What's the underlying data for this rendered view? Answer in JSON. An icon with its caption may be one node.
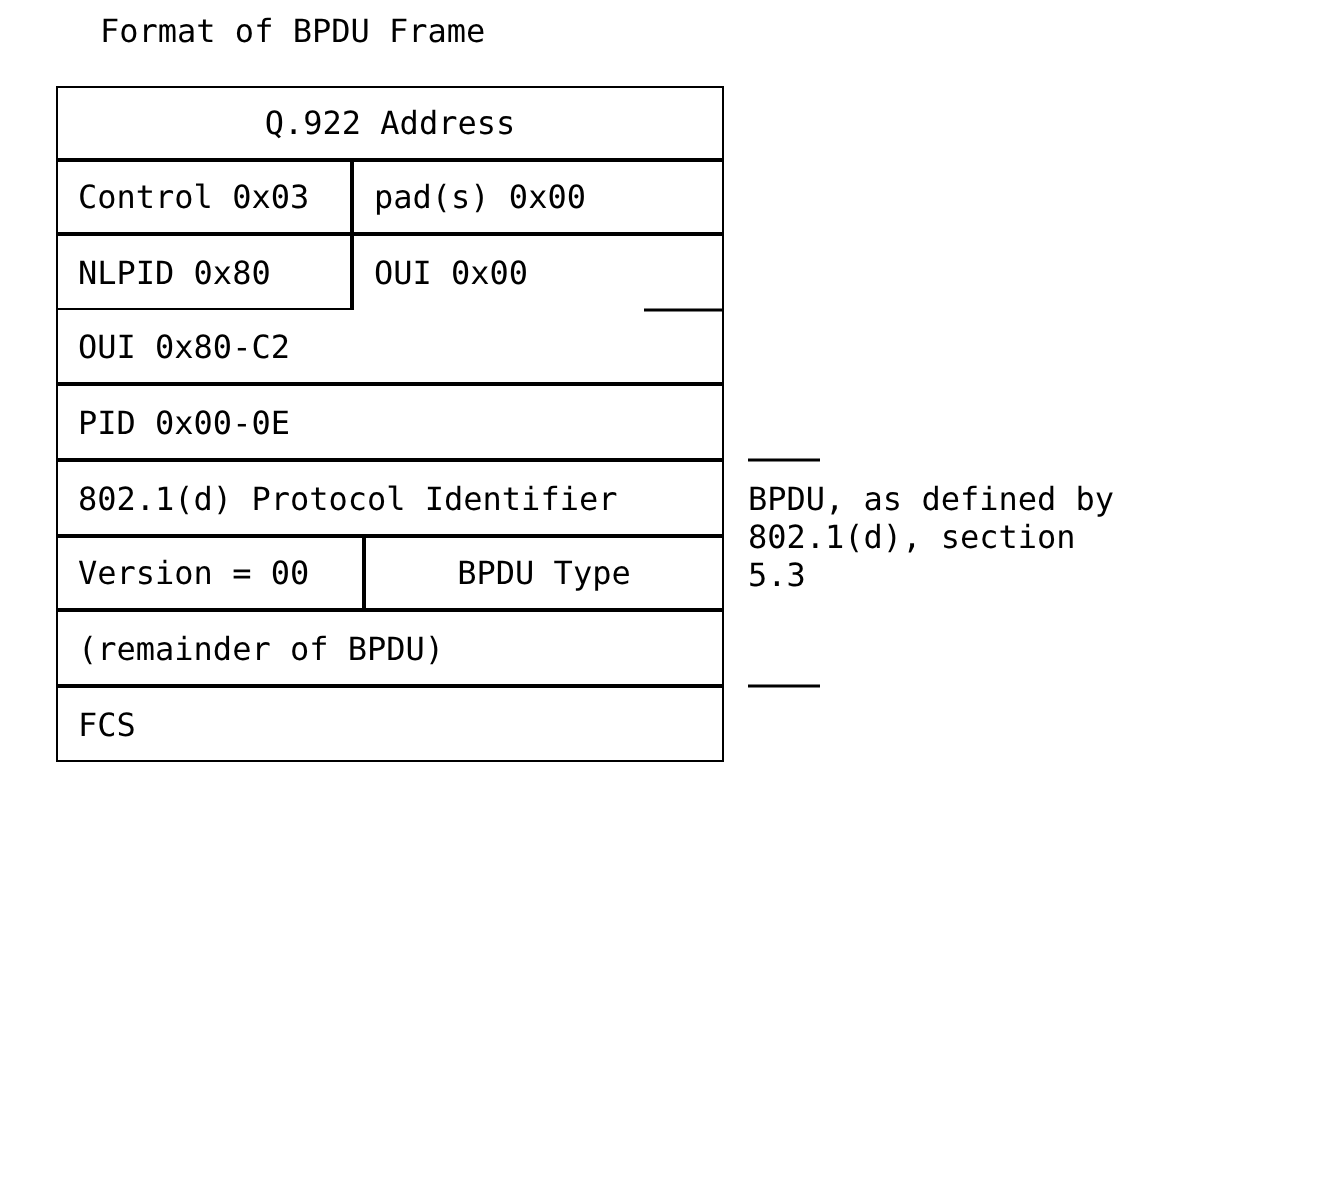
{
  "diagram": {
    "title": "Format of BPDU Frame",
    "nodes": [
      {
        "text": [
          "Q.922 Address"
        ]
      },
      {
        "text": [
          "Control 0x03"
        ]
      },
      {
        "text": [
          "pad(s) 0x00"
        ]
      },
      {
        "text": [
          "NLPID 0x80"
        ]
      },
      {
        "text": [
          "OUI 0x00"
        ]
      },
      {
        "text": [
          "OUI 0x80-C2"
        ]
      },
      {
        "text": [
          "PID 0x00-0E"
        ]
      },
      {
        "text": [
          "802.1(d) Protocol Identifier"
        ]
      },
      {
        "text": [
          "Version = 00"
        ]
      },
      {
        "text": [
          "BPDU Type"
        ]
      },
      {
        "text": [
          "(remainder of BPDU)"
        ]
      },
      {
        "text": [
          "FCS"
        ]
      }
    ],
    "labels": [
      "BPDU, as defined by 802.1(d), section 5.3"
    ]
  }
}
